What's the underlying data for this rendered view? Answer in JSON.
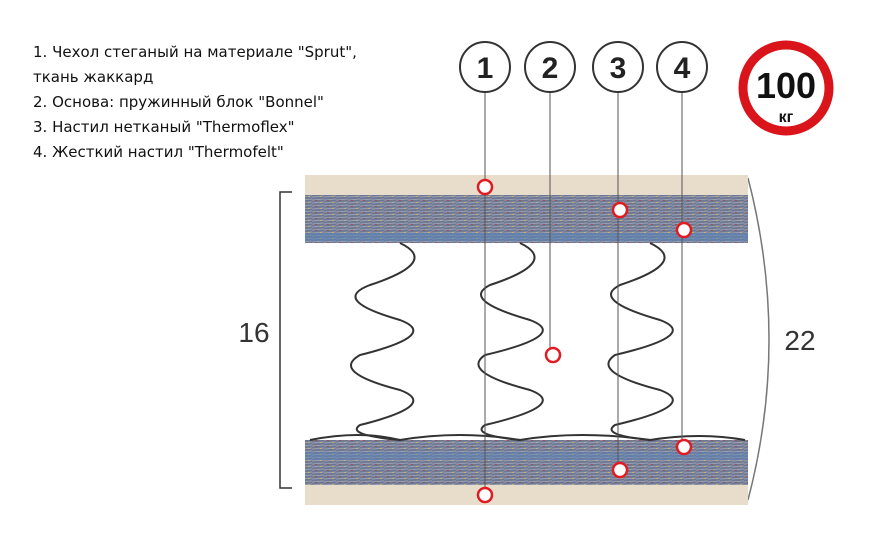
{
  "legend": {
    "items": [
      "1. Чехол стеганый на материале \"Sprut\",",
      "ткань жаккард",
      "2. Основа:  пружинный блок \"Bonnel\"",
      "3. Настил нетканый \"Thermoflex\"",
      "4. Жесткий настил \"Thermofelt\""
    ]
  },
  "callouts": [
    "1",
    "2",
    "3",
    "4"
  ],
  "dimensions": {
    "spring_block_height": "16",
    "total_height": "22"
  },
  "load_badge": {
    "value": "100",
    "unit": "кг"
  },
  "colors": {
    "marker": "#e01b22",
    "cover": "#e8dccb",
    "felt": "#6c7590",
    "badge_ring": "#d9141b"
  }
}
